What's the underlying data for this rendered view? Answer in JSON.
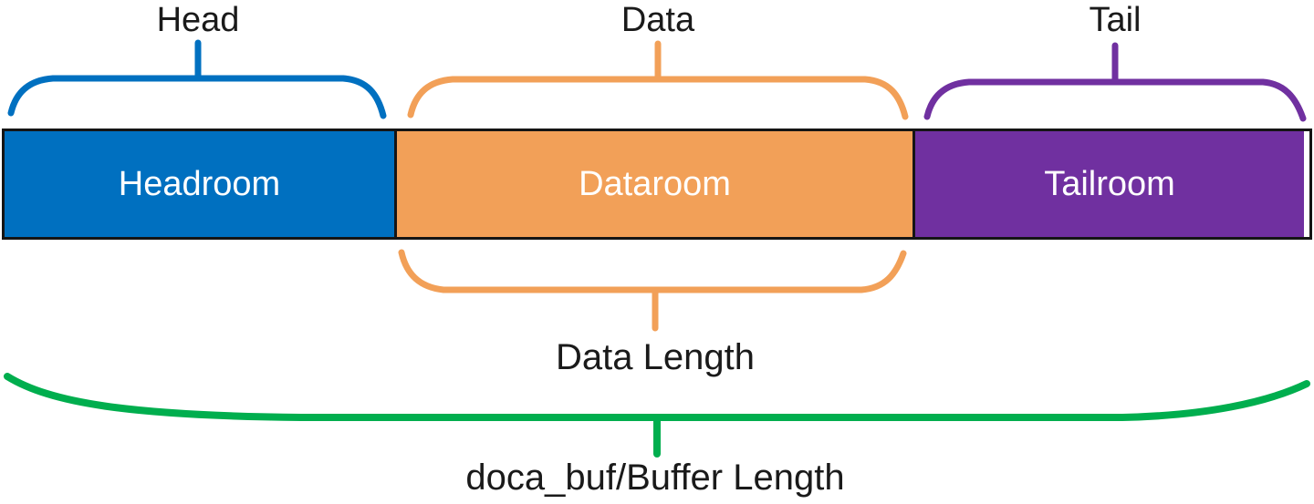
{
  "diagram": {
    "title_labels": {
      "head": "Head",
      "data": "Data",
      "tail": "Tail"
    },
    "segments": {
      "headroom": "Headroom",
      "dataroom": "Dataroom",
      "tailroom": "Tailroom"
    },
    "measure_labels": {
      "data_length": "Data Length",
      "buffer_length": "doca_buf/Buffer Length"
    }
  },
  "colors": {
    "headroom_blue": "#0070C0",
    "dataroom_orange": "#F2A058",
    "tailroom_purple": "#7030A0",
    "buffer_green": "#00AE4E",
    "outline_black": "#151515",
    "label_text": "#1A1A1A",
    "segment_text": "#FFFFFF"
  }
}
